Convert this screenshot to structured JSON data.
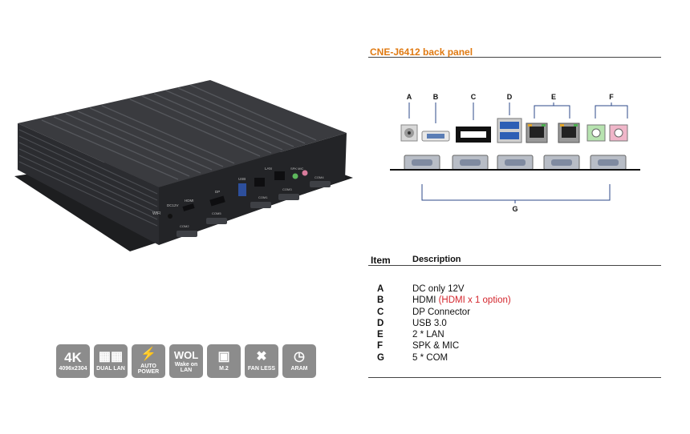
{
  "panel_title": "CNE-J6412 back panel",
  "photo_labels": {
    "wifi": "WIFI",
    "dc": "DC12V",
    "hdmi": "HDMI",
    "dp": "DP",
    "usb": "USB",
    "lan": "LAN",
    "audio": "SPK MIC",
    "com1": "COM1",
    "com2": "COM2",
    "com3": "COM3",
    "com4": "COM4",
    "com5": "COM5"
  },
  "badges": [
    {
      "big": "4K",
      "small": "4096x2304",
      "icon": ""
    },
    {
      "big": "",
      "small": "DUAL LAN",
      "icon": "lan-icon"
    },
    {
      "big": "",
      "small": "AUTO POWER",
      "icon": "plug-icon"
    },
    {
      "big": "WOL",
      "small": "Wake on LAN",
      "icon": ""
    },
    {
      "big": "",
      "small": "M.2",
      "icon": "m2-icon"
    },
    {
      "big": "",
      "small": "FAN LESS",
      "icon": "no-fan-icon"
    },
    {
      "big": "",
      "small": "ARAM",
      "icon": "alarm-clock-icon"
    }
  ],
  "diagram": {
    "letters": [
      "A",
      "B",
      "C",
      "D",
      "E",
      "F"
    ],
    "com_letter": "G"
  },
  "table": {
    "header_item": "Item",
    "header_desc": "Description",
    "rows": [
      {
        "item": "A",
        "desc": "DC only 12V",
        "extra": ""
      },
      {
        "item": "B",
        "desc": "HDMI ",
        "extra": "(HDMI x 1 option)"
      },
      {
        "item": "C",
        "desc": "DP Connector",
        "extra": ""
      },
      {
        "item": "D",
        "desc": "USB 3.0",
        "extra": ""
      },
      {
        "item": "E",
        "desc": "2 * LAN",
        "extra": ""
      },
      {
        "item": "F",
        "desc": "SPK & MIC",
        "extra": ""
      },
      {
        "item": "G",
        "desc": "5 * COM",
        "extra": ""
      }
    ]
  },
  "colors": {
    "title": "#e07a12",
    "option": "#d4262d",
    "chassis": "#2a2b2e",
    "badge": "#8c8c8c",
    "bracket": "#2c4a8a"
  }
}
